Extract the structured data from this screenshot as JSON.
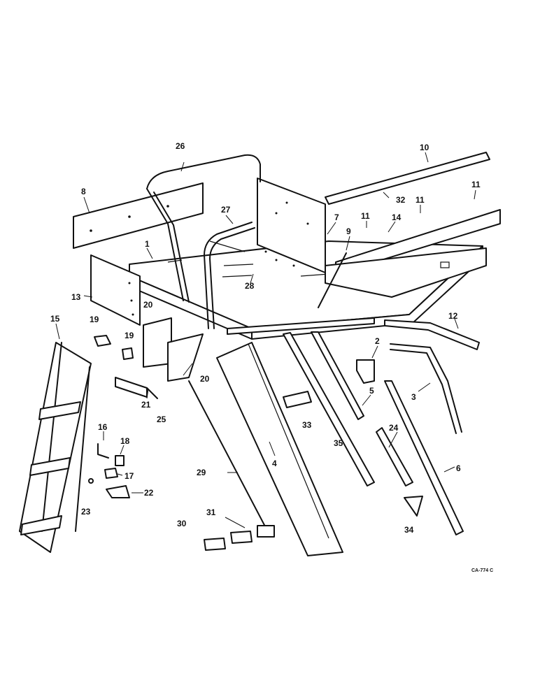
{
  "callouts": [
    "1",
    "2",
    "3",
    "4",
    "5",
    "6",
    "7",
    "8",
    "9",
    "10",
    "11",
    "11",
    "11",
    "12",
    "13",
    "14",
    "15",
    "16",
    "17",
    "18",
    "19",
    "19",
    "20",
    "20",
    "21",
    "22",
    "23",
    "24",
    "25",
    "26",
    "27",
    "28",
    "29",
    "30",
    "31",
    "32",
    "33",
    "34",
    "35"
  ],
  "figure_code": "CA-774 C"
}
